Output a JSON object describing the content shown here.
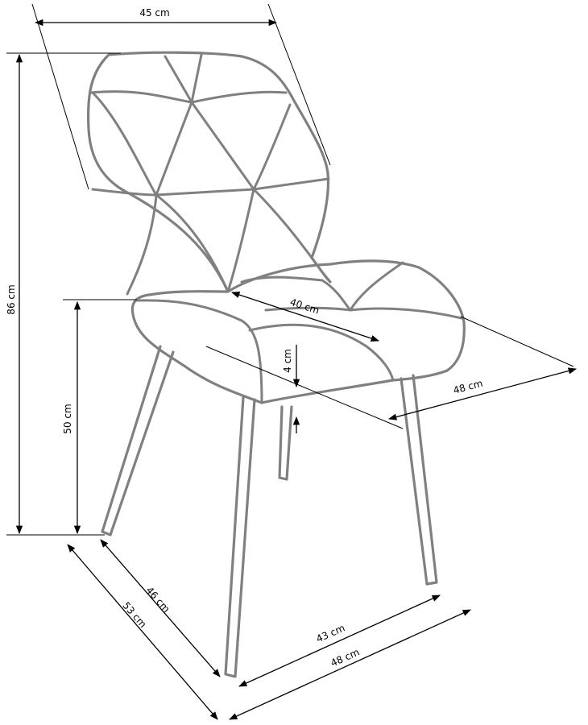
{
  "dimensions": {
    "top_width": "45 cm",
    "total_height": "86 cm",
    "seat_height": "50 cm",
    "seat_depth": "40 cm",
    "seat_thickness": "4 cm",
    "side_depth": "48 cm",
    "leg_depth": "46 cm",
    "overall_depth": "53 cm",
    "leg_width": "43 cm",
    "overall_width": "48 cm"
  },
  "colors": {
    "chair_outline": "#808080",
    "dimension_line": "#000000"
  }
}
